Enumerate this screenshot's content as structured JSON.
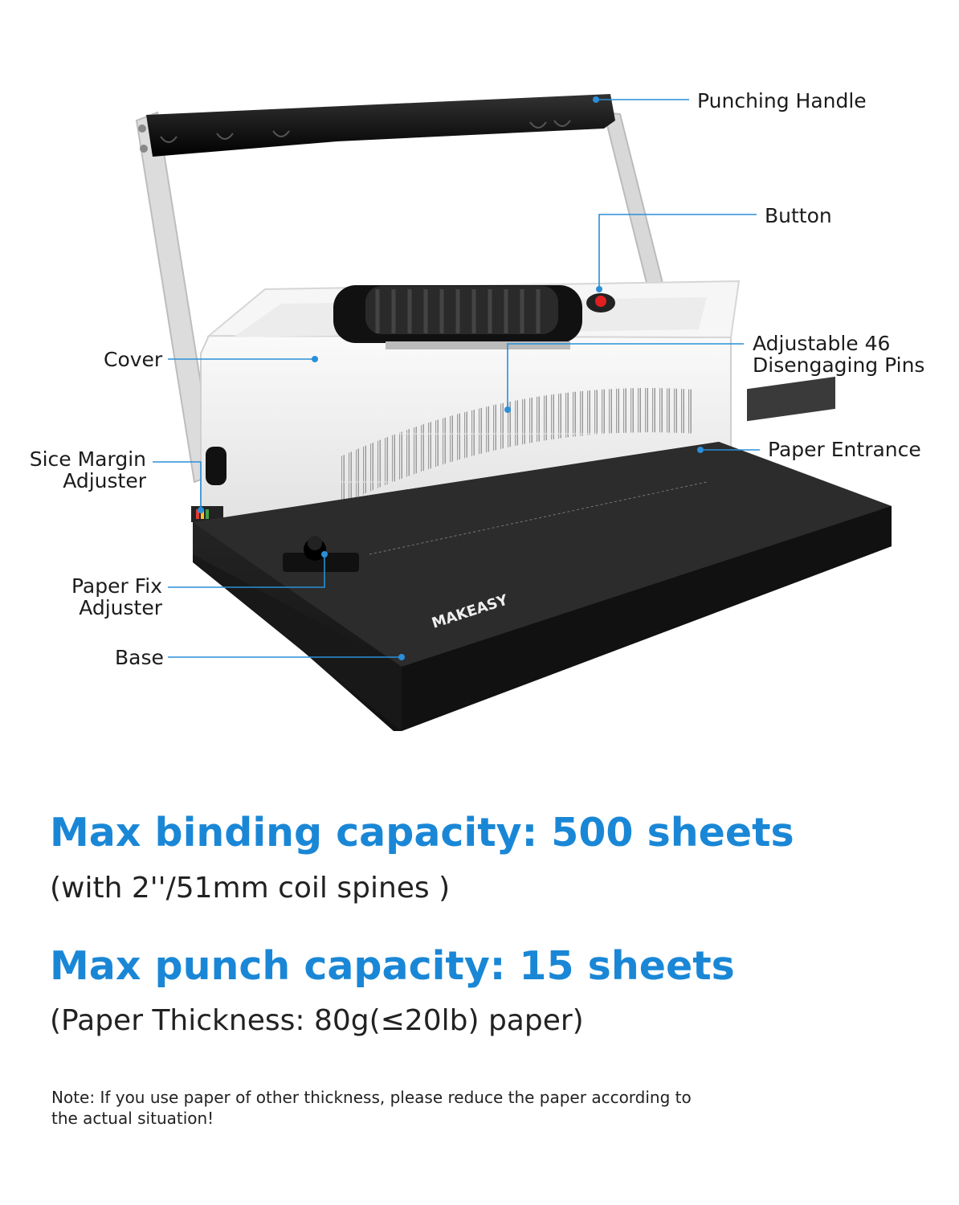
{
  "labels": {
    "punching_handle": "Punching Handle",
    "button": "Button",
    "cover": "Cover",
    "pins_line1": "Adjustable 46",
    "pins_line2": "Disengaging Pins",
    "paper_entrance": "Paper Entrance",
    "margin_line1": "Sice Margin",
    "margin_line2": "Adjuster",
    "paperfix_line1": "Paper Fix",
    "paperfix_line2": "Adjuster",
    "base": "Base"
  },
  "brand": "MAKEASY",
  "binding": {
    "headline": "Max binding capacity: 500 sheets",
    "subline": "(with 2''/51mm coil spines )"
  },
  "punch": {
    "headline": "Max punch capacity: 15 sheets",
    "subline": "(Paper Thickness: 80g(≤20lb) paper)"
  },
  "note": "Note: If you use paper of other thickness, please reduce the paper according to the actual situation!",
  "colors": {
    "accent": "#1a87d6",
    "callout_line": "#2a8fd8",
    "machine_body": "#eeeeee",
    "machine_base": "#1f1f1f"
  }
}
